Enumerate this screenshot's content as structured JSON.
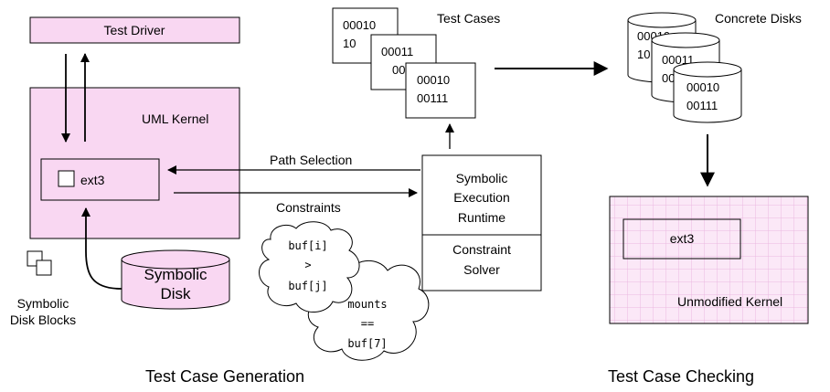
{
  "test_driver": "Test Driver",
  "uml_kernel": "UML Kernel",
  "ext3_left": "ext3",
  "symbolic_disk": {
    "line1": "Symbolic",
    "line2": "Disk"
  },
  "symbolic_disk_blocks": {
    "line1": "Symbolic",
    "line2": "Disk Blocks"
  },
  "path_selection": "Path Selection",
  "constraints": "Constraints",
  "runtime": {
    "line1": "Symbolic",
    "line2": "Execution",
    "line3": "Runtime"
  },
  "solver": {
    "line1": "Constraint",
    "line2": "Solver"
  },
  "cloud1": {
    "line1": "buf[i]",
    "line2": ">",
    "line3": "buf[j]"
  },
  "cloud2": {
    "line1": "mounts",
    "line2": "==",
    "line3": "buf[7]"
  },
  "test_cases_label": "Test Cases",
  "card1": {
    "line1": "00010",
    "line2": "10"
  },
  "card2": {
    "line1": "00011",
    "line2": "00"
  },
  "card3": {
    "line1": "00010",
    "line2": "00111"
  },
  "concrete_disks_label": "Concrete Disks",
  "disk1": {
    "line1": "00010",
    "line2": "10"
  },
  "disk2": {
    "line1": "00011",
    "line2": "00"
  },
  "disk3": {
    "line1": "00010",
    "line2": "00111"
  },
  "ext3_right": "ext3",
  "unmodified_kernel": "Unmodified Kernel",
  "caption_left": "Test Case Generation",
  "caption_right": "Test Case Checking",
  "colors": {
    "pink": "#f9d7f2",
    "grid": "#efbfe6",
    "stroke": "#000000"
  }
}
